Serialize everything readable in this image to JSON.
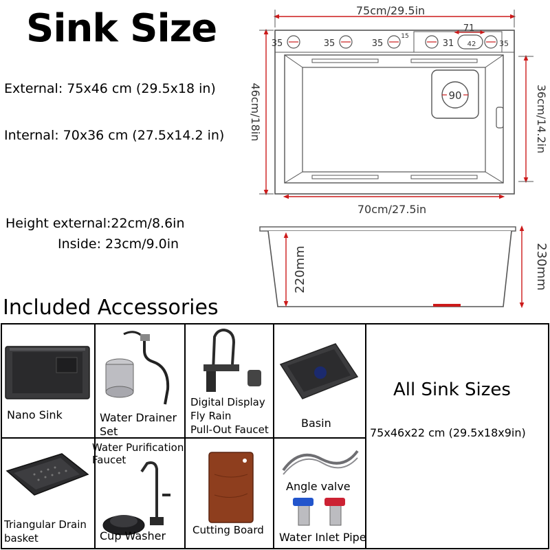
{
  "header": {
    "title": "Sink Size"
  },
  "specs": {
    "external": "External: 75x46 cm (29.5x18 in)",
    "internal": "Internal: 70x36 cm (27.5x14.2 in)",
    "height_external": "Height external:22cm/8.6in",
    "height_inside": "Inside: 23cm/9.0in"
  },
  "diagram": {
    "top_width": "75cm/29.5in",
    "bottom_width": "70cm/27.5in",
    "outer_height": "46cm/18in",
    "inner_height": "36cm/14.2in",
    "hole_1": "35",
    "hole_2": "35",
    "hole_3": "35",
    "gap": "15",
    "hole_4": "31",
    "drain_small": "42",
    "hole_5": "35",
    "top_segment": "71",
    "drain": "90",
    "side_outer": "230mm",
    "side_inner": "220mm",
    "line_color": "#555555",
    "dimension_color": "#cc1a1a"
  },
  "accessories": {
    "title": "Included Accessories",
    "nano_sink": "Nano Sink",
    "water_drainer_1": "Water Drainer",
    "water_drainer_2": "Set",
    "faucet_1": "Digital Display",
    "faucet_2": "Fly Rain",
    "faucet_3": "Pull-Out Faucet",
    "basin": "Basin",
    "drain_basket_1": "Triangular Drain",
    "drain_basket_2": "basket",
    "purification_1": "Water Purification",
    "purification_2": "Faucet",
    "cup_washer": "Cup Washer",
    "cutting_board": "Cutting Board",
    "angle_valve": "Angle valve",
    "inlet_pipe": "Water Inlet Pipe",
    "all_sizes_title": "All Sink Sizes",
    "all_sizes_value": "75x46x22 cm (29.5x18x9in)"
  }
}
